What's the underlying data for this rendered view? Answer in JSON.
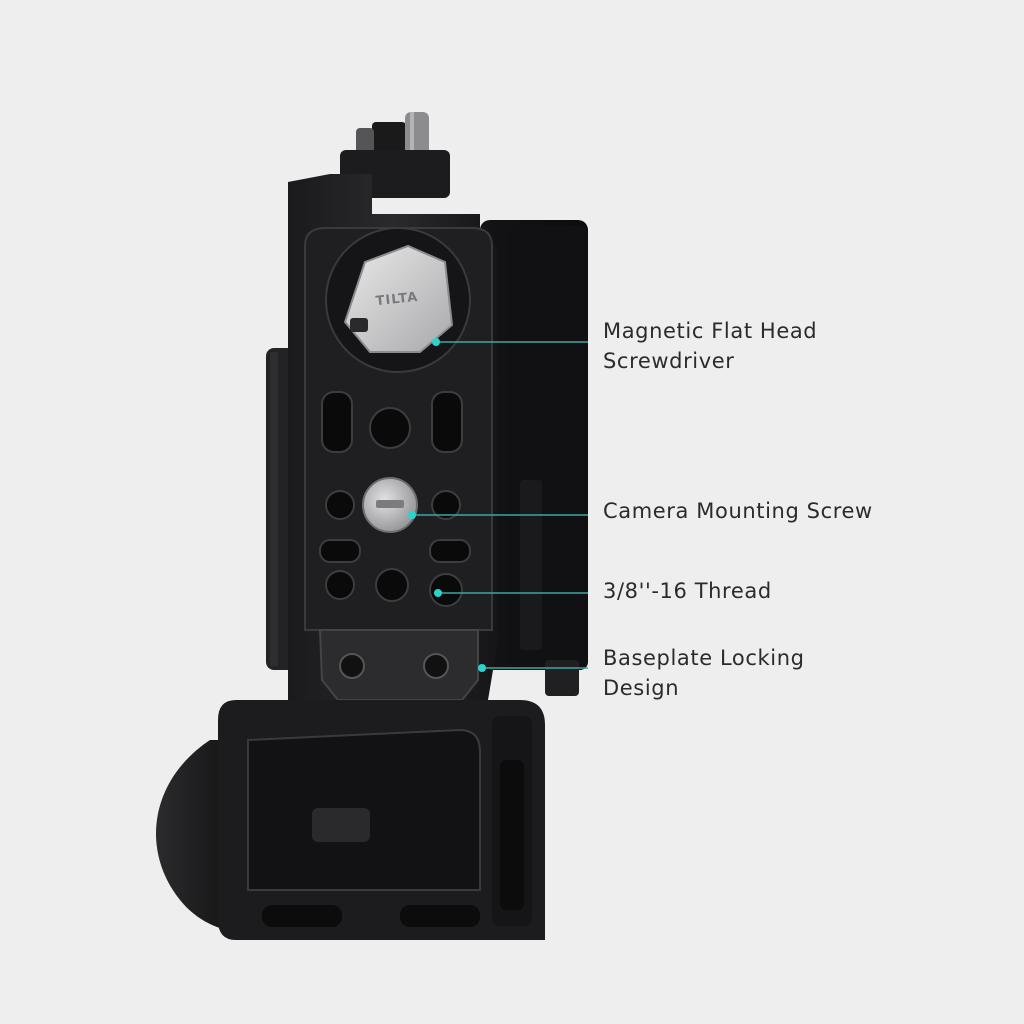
{
  "colors": {
    "background": "#eeeeee",
    "accent": "#2ad4cd",
    "leader_line": "#3aa8a4",
    "label_text": "#2b2b2b"
  },
  "product": {
    "brand_engraving": "TILTA"
  },
  "callouts": [
    {
      "lines": [
        "Magnetic Flat Head",
        "Screwdriver"
      ]
    },
    {
      "lines": [
        "Camera Mounting Screw"
      ]
    },
    {
      "lines": [
        "3/8''-16 Thread"
      ]
    },
    {
      "lines": [
        "Baseplate Locking",
        "Design"
      ]
    }
  ]
}
